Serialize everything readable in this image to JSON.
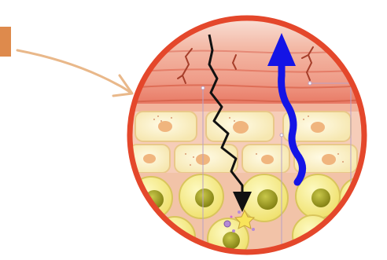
{
  "diagram": {
    "elements": [
      "orange-tab",
      "pointer-arrow",
      "magnified-circle",
      "surface-layer",
      "cracks",
      "fat-cell-rows",
      "round-cells",
      "incoming-black-arrow",
      "outgoing-blue-arrow",
      "reaction-star",
      "particles",
      "connector-lines"
    ]
  },
  "colors": {
    "tab": "#de8a4c",
    "pointer_arrow": "#e9b88a",
    "circle_border": "#e4472b",
    "surface_top": "#f9e4db",
    "surface_mid": "#ef9c88",
    "surface_deep": "#e7735e",
    "tissue_bg": "#f6cdb9",
    "fat_cell": "#fbf3d0",
    "fat_cell_stroke": "#e9c889",
    "nucleus": "#f0b57e",
    "round_cell": "#f7ef86",
    "round_cell_stroke": "#d9c55c",
    "round_nucleus": "#9b981c",
    "down_arrow": "#111111",
    "up_arrow": "#1414e6",
    "star": "#f8e45a",
    "particle": "#b58ad6",
    "connector": "#b9a1c6"
  }
}
